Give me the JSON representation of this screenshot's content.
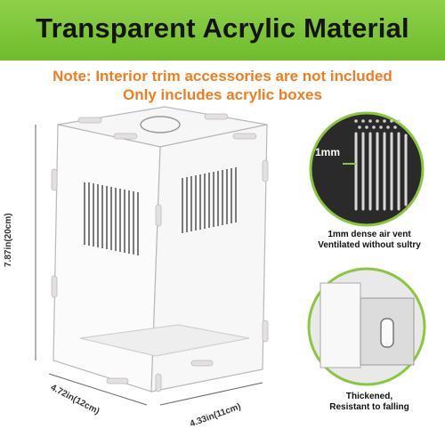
{
  "header": {
    "title": "Transparent Acrylic Material",
    "note_line1": "Note: Interior trim accessories are not included",
    "note_line2": "Only includes acrylic boxes"
  },
  "dimensions": {
    "height": "7.87in(20cm)",
    "depth": "4.72in(12cm)",
    "width": "4.33in(11cm)"
  },
  "detail_vent": {
    "tag": "1mm",
    "caption_line1": "1mm dense air vent",
    "caption_line2": "Ventilated without sultry"
  },
  "detail_thick": {
    "caption_line1": "Thickened,",
    "caption_line2": "Resistant to falling"
  },
  "colors": {
    "banner": "#7ac232",
    "note": "#f07d1e",
    "accent_ring": "#8cc63f"
  }
}
